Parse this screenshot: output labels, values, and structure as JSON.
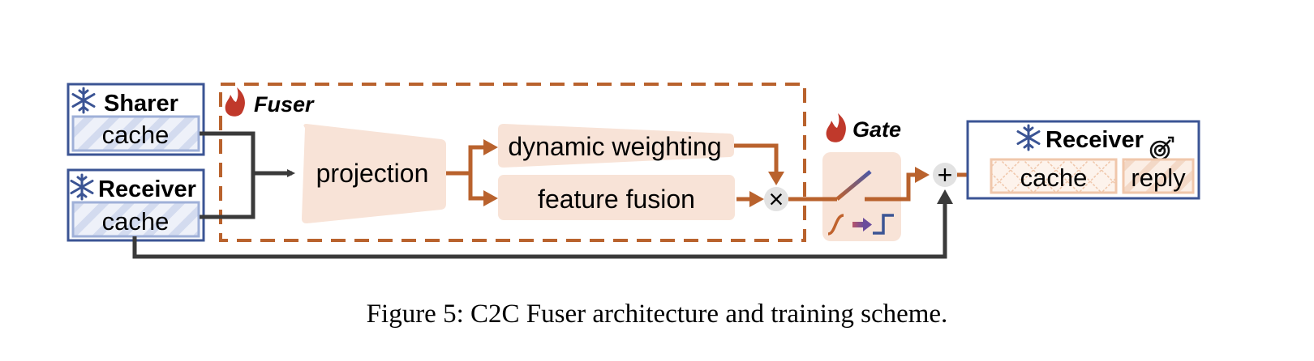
{
  "figure": {
    "caption": "Figure 5: C2C Fuser architecture and training scheme.",
    "colors": {
      "frozen_blue": "#3b5494",
      "frozen_fill": "#c8d2ea",
      "trainable_orange": "#b9622d",
      "module_fill": "#f8e3d7",
      "flame_red": "#c0392b",
      "dark_arrow": "#3a3a3a",
      "op_circle": "#e2e2e2"
    },
    "inputs": {
      "sharer": {
        "title": "Sharer",
        "cache_label": "cache",
        "status": "frozen"
      },
      "receiver": {
        "title": "Receiver",
        "cache_label": "cache",
        "status": "frozen"
      }
    },
    "fuser": {
      "title": "Fuser",
      "status": "trainable",
      "projection_label": "projection",
      "dynamic_weighting_label": "dynamic weighting",
      "feature_fusion_label": "feature fusion",
      "multiply_symbol": "×"
    },
    "gate": {
      "title": "Gate",
      "status": "trainable"
    },
    "add_symbol": "+",
    "output": {
      "title": "Receiver",
      "status": "frozen",
      "cache_label": "cache",
      "reply_label": "reply",
      "target_icon": "target-icon"
    }
  }
}
